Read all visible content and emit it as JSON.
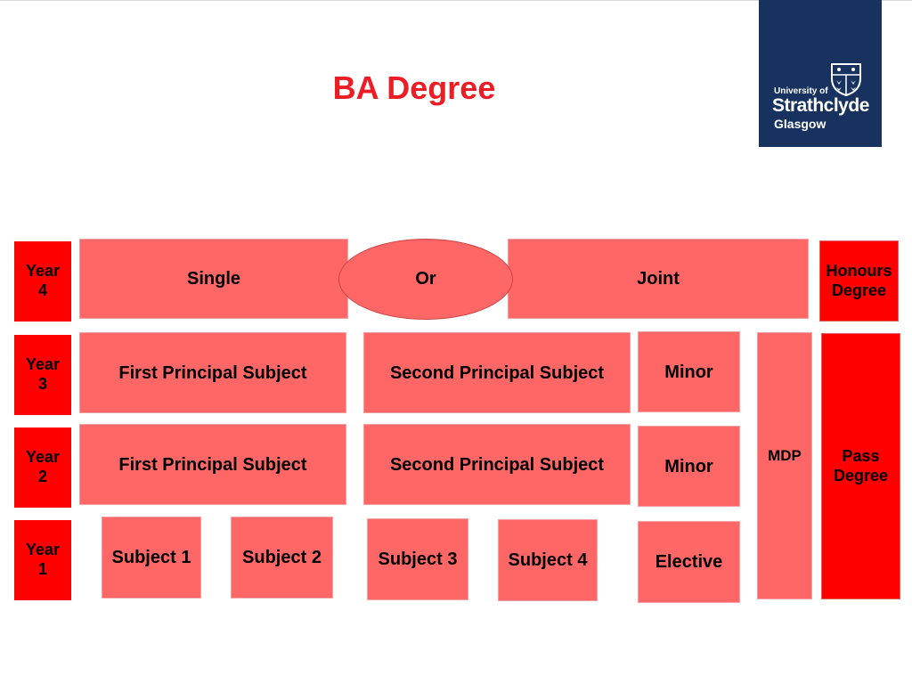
{
  "title": "BA Degree",
  "logo": {
    "line1": "University of",
    "line2": "Strathclyde",
    "line3": "Glasgow"
  },
  "years": {
    "y4": [
      "Year",
      "4"
    ],
    "y3": [
      "Year",
      "3"
    ],
    "y2": [
      "Year",
      "2"
    ],
    "y1": [
      "Year",
      "1"
    ]
  },
  "row4": {
    "single": "Single",
    "or": "Or",
    "joint": "Joint"
  },
  "row3": {
    "first": "First Principal Subject",
    "second": "Second Principal Subject",
    "minor": "Minor"
  },
  "row2": {
    "first": "First Principal Subject",
    "second": "Second Principal Subject",
    "minor": "Minor"
  },
  "row1": {
    "s1": "Subject 1",
    "s2": "Subject 2",
    "s3": "Subject 3",
    "s4": "Subject 4",
    "elective": "Elective"
  },
  "mdp": "MDP",
  "outcomes": {
    "honours": [
      "Honours",
      "Degree"
    ],
    "pass": [
      "Pass",
      "Degree"
    ]
  },
  "colors": {
    "title": "#ee1c25",
    "subject": "#ff6666",
    "year": "#ff0000",
    "logo_bg": "#17325f"
  }
}
